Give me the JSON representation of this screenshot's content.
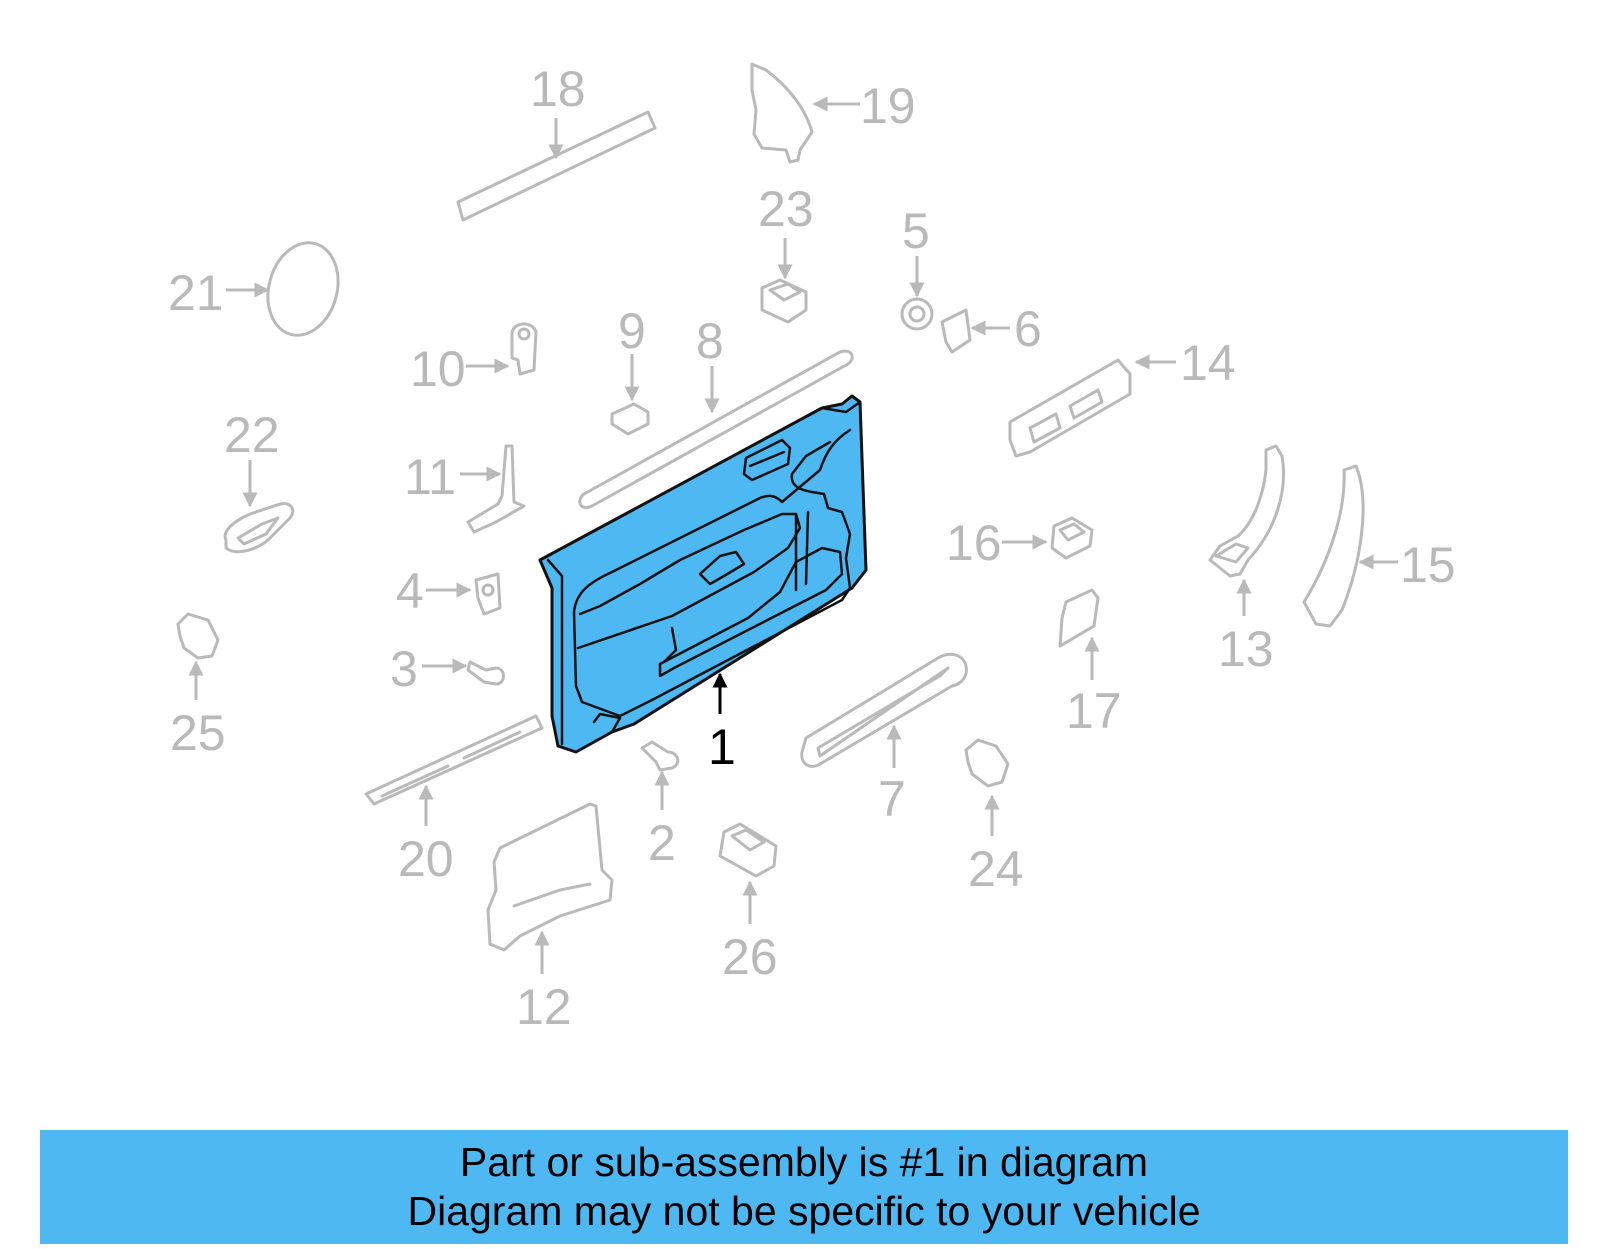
{
  "colors": {
    "highlight_fill": "#4db8f2",
    "highlight_outline": "#111111",
    "part_outline": "#b9b9b9",
    "callout_text": "#b9b9b9",
    "banner_background": "#4db8f2",
    "banner_text": "#000000"
  },
  "highlighted_part": "1",
  "callouts": {
    "c1": "1",
    "c2": "2",
    "c3": "3",
    "c4": "4",
    "c5": "5",
    "c6": "6",
    "c7": "7",
    "c8": "8",
    "c9": "9",
    "c10": "10",
    "c11": "11",
    "c12": "12",
    "c13": "13",
    "c14": "14",
    "c15": "15",
    "c16": "16",
    "c17": "17",
    "c18": "18",
    "c19": "19",
    "c20": "20",
    "c21": "21",
    "c22": "22",
    "c23": "23",
    "c24": "24",
    "c25": "25",
    "c26": "26"
  },
  "banner": {
    "line1": "Part or sub-assembly is #1 in diagram",
    "line2": "Diagram may not be specific to your vehicle"
  }
}
